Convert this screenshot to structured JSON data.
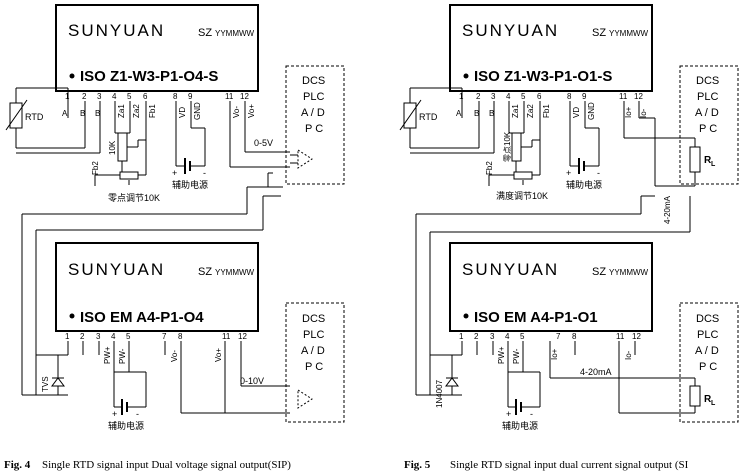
{
  "brand": "SUNYUAN",
  "brand_sz": "SZ",
  "date_code": "YYMMWW",
  "modules": {
    "fig4_top": "ISO  Z1-W3-P1-O4-S",
    "fig4_bottom": "ISO EM  A4-P1-O4",
    "fig5_top": "ISO  Z1-W3-P1-O1-S",
    "fig5_bottom": "ISO EM  A4-P1-O1"
  },
  "pins_top": [
    "1",
    "2",
    "3",
    "4",
    "5",
    "6",
    "8",
    "9",
    "11",
    "12"
  ],
  "pins_bottom": [
    "1",
    "2",
    "3",
    "4",
    "5",
    "7",
    "8",
    "11",
    "12"
  ],
  "pin_labels_top4": [
    "A",
    "B",
    "B",
    "Za1",
    "Za2",
    "Fb1",
    "VD",
    "GND",
    "Vo-",
    "Vo+"
  ],
  "pin_labels_top5": [
    "A",
    "B",
    "B",
    "Za1",
    "Za2",
    "Fb1",
    "VD",
    "GND",
    "Io+",
    "Io-"
  ],
  "pin_labels_bot4": [
    "PW+",
    "PW-",
    "Vo-",
    "Vo+"
  ],
  "pin_labels_bot5": [
    "PW+",
    "PW-",
    "Io+",
    "Io-"
  ],
  "dcs_lines": [
    "DCS",
    "PLC",
    "A / D",
    "P   C"
  ],
  "rtd": "RTD",
  "fb2": "Fb2",
  "pot_10k": "10K",
  "zero_pot_10k": "零点10K",
  "zero_adjust": "零点调节10K",
  "span_adjust": "满度调节10K",
  "aux_power": "辅助电源",
  "plus": "+",
  "minus": "-",
  "v_0_5": "0-5V",
  "v_0_10": "0-10V",
  "i_4_20": "4-20mA",
  "rl": "R",
  "rl_sub": "L",
  "tvs": "TVS",
  "diode_1n4007": "1N4007",
  "captions": {
    "fig4_label": "Fig. 4",
    "fig4_text": "Single RTD signal input Dual voltage signal output(SIP)",
    "fig5_label": "Fig. 5",
    "fig5_text": "Single RTD signal input dual current signal output (SI"
  }
}
